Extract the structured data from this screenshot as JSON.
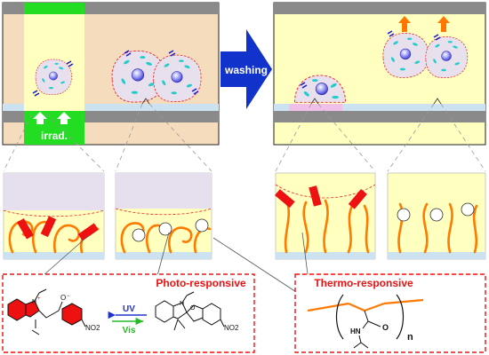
{
  "labels": {
    "washing": "washing",
    "irrad": "irrad.",
    "photo_responsive": "Photo-responsive",
    "thermo_responsive": "Thermo-responsive",
    "uv": "UV",
    "vis": "Vis",
    "merocyanine_substituent": "NO2",
    "spiropyran_substituent": "NO2",
    "polymer_repeat": "n",
    "amide_nh": "HN",
    "amide_o": "O"
  },
  "colors": {
    "substrate_gray": "#8a8a8a",
    "medium_beige": "#f5dcbc",
    "medium_yellow": "#ffffc0",
    "irradiation_green": "#22dd22",
    "washing_arrow_blue": "#1133cc",
    "detach_arrow_orange": "#ff7700",
    "polymer_orange": "#ff7a00",
    "photo_red": "#ee1111",
    "cell_membrane": "#ee2222",
    "cell_body": "#e8e0ec",
    "nucleus_blue": "#6a6aee",
    "organelle_cyan": "#22cccc"
  }
}
